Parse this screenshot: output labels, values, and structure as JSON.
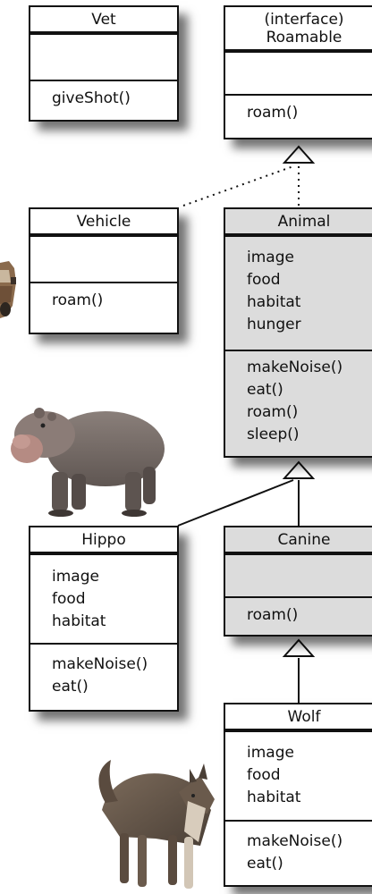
{
  "classes": {
    "vet": {
      "name": "Vet",
      "attributes": [],
      "methods": [
        "giveShot()"
      ]
    },
    "roamable": {
      "name": "(interface)\nRoamable",
      "attributes": [],
      "methods": [
        "roam()"
      ]
    },
    "vehicle": {
      "name": "Vehicle",
      "attributes": [],
      "methods": [
        "roam()"
      ]
    },
    "animal": {
      "name": "Animal",
      "attributes": [
        "image",
        "food",
        "habitat",
        "hunger"
      ],
      "methods": [
        "makeNoise()",
        "eat()",
        "roam()",
        "sleep()"
      ]
    },
    "hippo": {
      "name": "Hippo",
      "attributes": [
        "image",
        "food",
        "habitat"
      ],
      "methods": [
        "makeNoise()",
        "eat()"
      ]
    },
    "canine": {
      "name": "Canine",
      "attributes": [],
      "methods": [
        "roam()"
      ]
    },
    "wolf": {
      "name": "Wolf",
      "attributes": [
        "image",
        "food",
        "habitat"
      ],
      "methods": [
        "makeNoise()",
        "eat()"
      ]
    }
  },
  "relationships": [
    {
      "from": "vehicle",
      "to": "roamable",
      "kind": "implements",
      "style": "dotted"
    },
    {
      "from": "animal",
      "to": "roamable",
      "kind": "implements",
      "style": "dotted"
    },
    {
      "from": "hippo",
      "to": "animal",
      "kind": "extends",
      "style": "solid"
    },
    {
      "from": "canine",
      "to": "animal",
      "kind": "extends",
      "style": "solid"
    },
    {
      "from": "wolf",
      "to": "canine",
      "kind": "extends",
      "style": "solid"
    }
  ],
  "pictures": [
    "hippo-photo",
    "wolf-photo",
    "car-photo"
  ],
  "colors": {
    "line": "#111111",
    "abstract_fill": "#dcdcdc",
    "concrete_fill": "#ffffff"
  }
}
